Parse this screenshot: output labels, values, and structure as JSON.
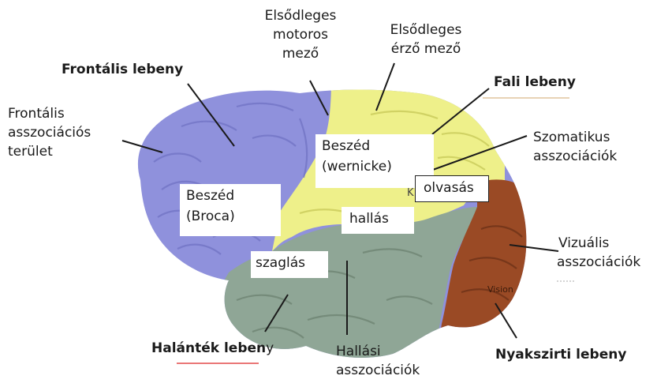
{
  "labels": {
    "frontalis_lebeny": "Frontális lebeny",
    "frontalis_assz_1": "Frontális",
    "frontalis_assz_2": "asszociációs",
    "frontalis_assz_3": "terület",
    "motoros_1": "Elsődleges",
    "motoros_2": "motoros",
    "motoros_3": "mező",
    "erzo_1": "Elsődleges",
    "erzo_2": "érző mező",
    "fali_lebeny": "Fali lebeny",
    "szomatikus_1": "Szomatikus",
    "szomatikus_2": "asszociációk",
    "vizualis_1": "Vizuális",
    "vizualis_2": "asszociációk",
    "nyakszirti": "Nyakszirti lebeny",
    "halantek_bold": "Halánték leben",
    "halantek_tail": "y",
    "hallasi_1": "Hallási",
    "hallasi_2": "asszociációk"
  },
  "boxes": {
    "broca_1": "Beszéd",
    "broca_2": "(Broca)",
    "wernicke_1": "Beszéd",
    "wernicke_2": "(wernicke)",
    "olvasas": "olvasás",
    "hallas": "hallás",
    "szaglas": "szaglás"
  },
  "image_text": {
    "vision": "Vision",
    "k_letter": "K"
  },
  "colors": {
    "frontal": "#8f91dc",
    "parietal": "#eef08a",
    "temporal": "#8fa696",
    "occipital": "#9a4a25",
    "underline_red": "#e34a4a"
  }
}
